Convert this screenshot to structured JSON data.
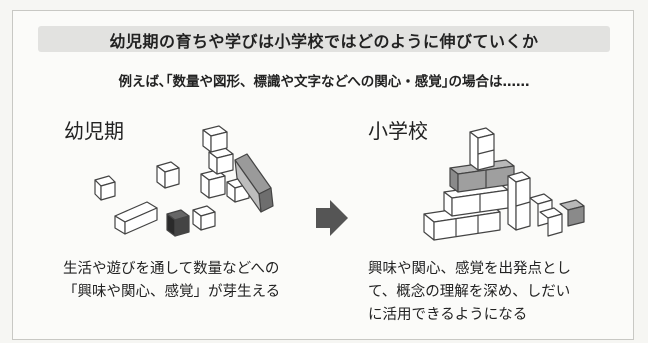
{
  "title": "幼児期の育ちや学びは小学校ではどのように伸びていくか",
  "subtitle": "例えば､｢数量や図形、標識や文字などへの関心・感覚｣の場合は……",
  "left": {
    "heading": "幼児期",
    "caption_lines": [
      "生活や遊びを通して数量などへの",
      "「興味や関心、感覚」が芽生える"
    ]
  },
  "right": {
    "heading": "小学校",
    "caption_lines": [
      "興味や関心、感覚を出発点とし",
      "て、概念の理解を深め、しだい",
      "に活用できるようになる"
    ]
  },
  "colors": {
    "block_fill": "#ffffff",
    "block_outline": "#444444",
    "block_gray": "#8a8a8a",
    "block_dark": "#2a2a2a",
    "arrow": "#555555"
  }
}
